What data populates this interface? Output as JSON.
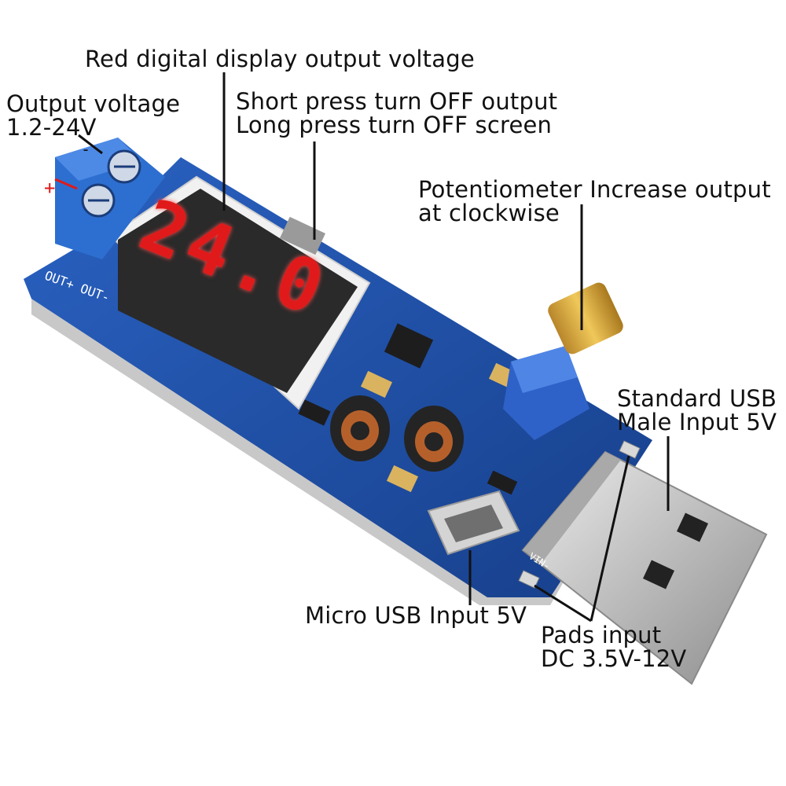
{
  "callouts": {
    "display": {
      "line1": "Red digital display output voltage"
    },
    "output": {
      "line1": "Output voltage",
      "line2": "1.2-24V"
    },
    "button": {
      "line1": "Short press turn OFF output",
      "line2": "Long press turn OFF screen"
    },
    "pot": {
      "line1": "Potentiometer Increase output",
      "line2": "at clockwise"
    },
    "usb_male": {
      "line1": "Standard USB",
      "line2": "Male Input 5V"
    },
    "micro_usb": {
      "line1": "Micro USB Input 5V"
    },
    "pads": {
      "line1": "Pads input",
      "line2": "DC 3.5V-12V"
    }
  },
  "board": {
    "display_reading": "24.0",
    "polarity_minus": "-",
    "polarity_plus": "+",
    "silk_out": "OUT+  OUT-",
    "silk_vin": "VIN-",
    "colors": {
      "pcb": "#1d4fa3",
      "terminal": "#2d6fd0",
      "segment": "#e01a1a",
      "usb_metal": "#c9c9c9",
      "pot_body": "#2f62c8",
      "pot_knob": "#d4a437"
    }
  }
}
